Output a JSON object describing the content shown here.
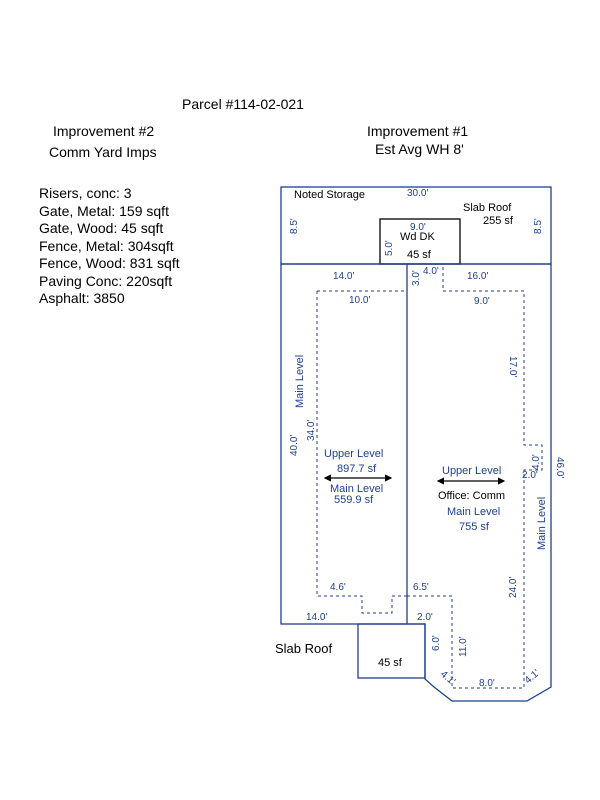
{
  "parcel": "Parcel #114-02-021",
  "improvement2": {
    "title": "Improvement #2",
    "subtitle": "Comm Yard Imps"
  },
  "improvement1": {
    "title": "Improvement #1",
    "subtitle": "Est Avg WH 8'"
  },
  "items": [
    "Risers, conc: 3",
    "Gate, Metal: 159 sqft",
    "Gate, Wood: 45 sqft",
    "Fence, Metal: 304sqft",
    "Fence, Wood: 831 sqft",
    "Paving Conc: 220sqft",
    "Asphalt: 3850"
  ],
  "colors": {
    "line": "#1f3f8f",
    "text": "#000000"
  },
  "sketch": {
    "noted_storage": "Noted Storage",
    "slab_roof_top": "Slab Roof",
    "slab_roof_top_area": "255 sf",
    "wd_dk": "Wd DK",
    "wd_dk_area": "45 sf",
    "slab_roof_bottom": "Slab Roof",
    "slab_roof_bottom_area": "45 sf",
    "left_upper": "Upper Level",
    "left_upper_area": "897.7 sf",
    "left_main": "Main Level",
    "left_main_area": "559.9 sf",
    "right_upper": "Upper Level",
    "office": "Office: Comm",
    "right_main": "Main Level",
    "right_main_area": "755 sf",
    "main_level_left_side": "Main Level",
    "main_level_right_side": "Main Level",
    "dims": {
      "top_30": "30.0'",
      "left_85": "8.5'",
      "right_85": "8.5'",
      "deck_9": "9.0'",
      "deck_5": "5.0'",
      "d14_top": "14.0'",
      "d3": "3.0'",
      "d4": "4.0'",
      "d16": "16.0'",
      "d10": "10.0'",
      "d9": "9.0'",
      "d17": "17.0'",
      "d40": "40.0'",
      "d34": "34.0'",
      "d46": "46.0'",
      "d20": "2.0'",
      "d4b": "4.0'",
      "d24": "24.0'",
      "d46b": "4.6'",
      "d65": "6.5'",
      "d14_bottom": "14.0'",
      "d2b": "2.0'",
      "d6": "6.0'",
      "d11": "11.0'",
      "d41a": "4.1'",
      "d8": "8.0'",
      "d41b": "4.1'"
    }
  }
}
